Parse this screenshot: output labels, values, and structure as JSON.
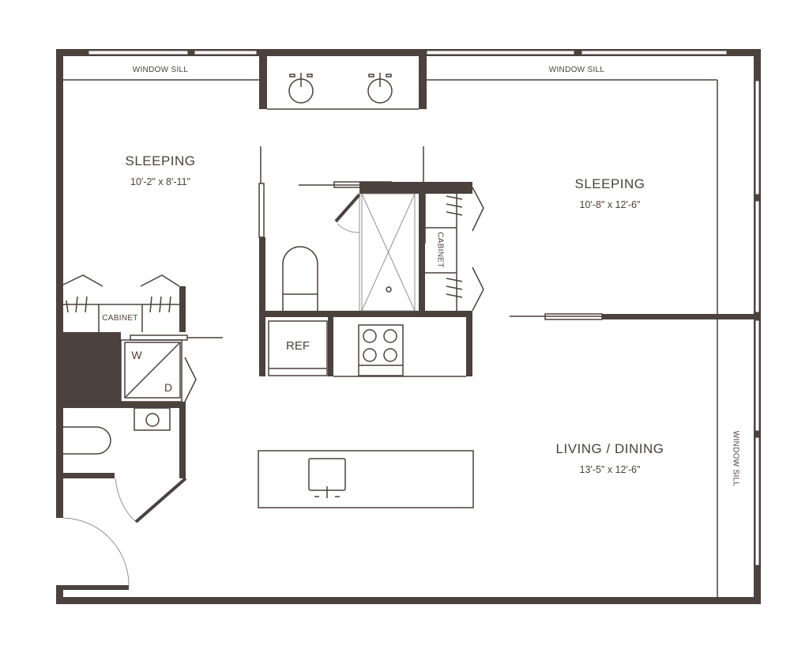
{
  "plan": {
    "rooms": [
      {
        "name": "SLEEPING",
        "size": "10'-2\" x 8'-11\""
      },
      {
        "name": "SLEEPING",
        "size": "10'-8\" x 12'-6\""
      },
      {
        "name": "LIVING / DINING",
        "size": "13'-5\" x 12'-6\""
      }
    ],
    "labels": {
      "window_sill_top_left": "WINDOW SILL",
      "window_sill_top_right": "WINDOW SILL",
      "window_sill_right": "WINDOW SILL",
      "cabinet_left": "CABINET",
      "cabinet_right": "CABINET",
      "ref": "REF",
      "washer": "W",
      "dryer": "D"
    },
    "colors": {
      "wall": "#4b413d"
    }
  }
}
